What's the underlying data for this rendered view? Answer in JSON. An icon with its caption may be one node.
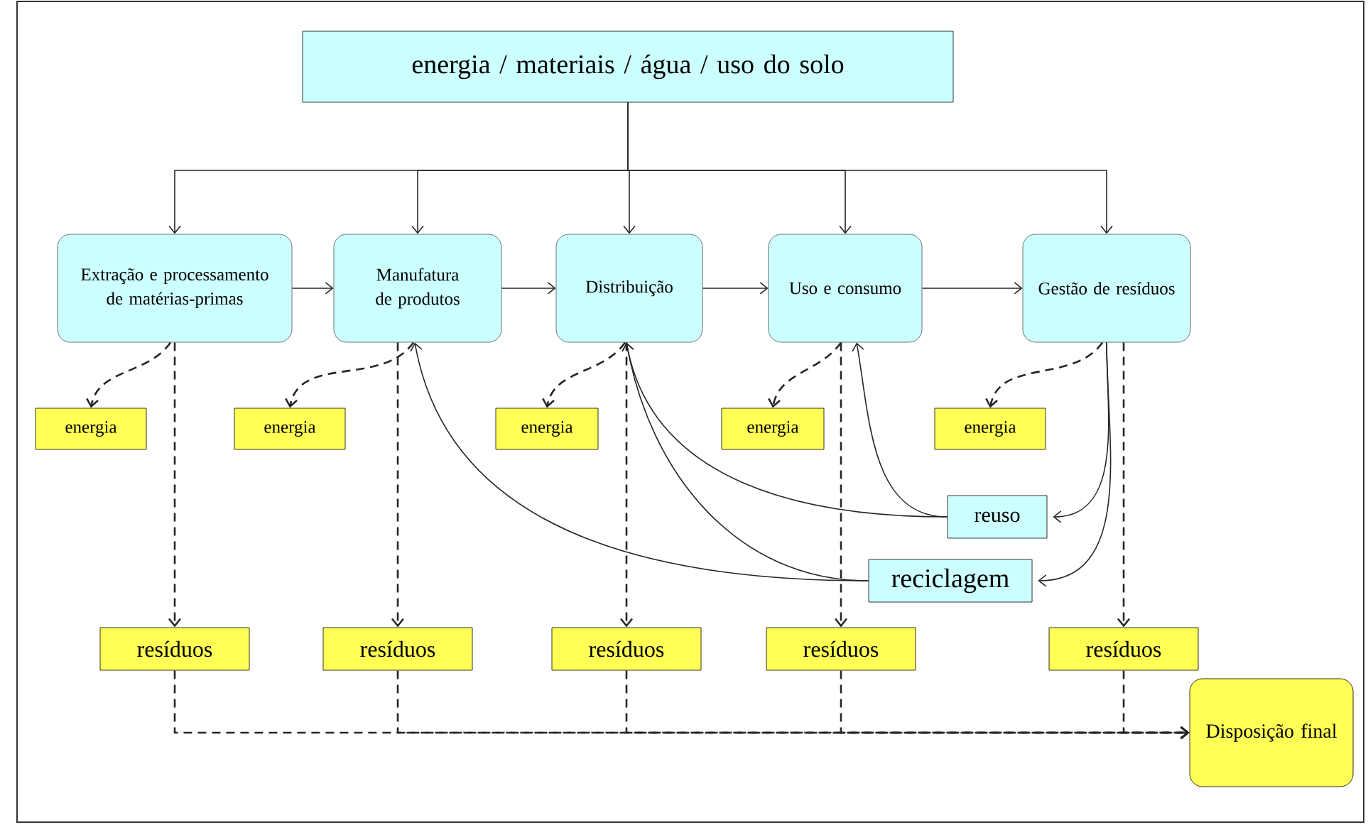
{
  "diagram": {
    "nodes": [
      {
        "text": [
          "energia / materiais / água / uso do solo"
        ]
      },
      {
        "text": [
          "Extração e processamento de matérias-primas"
        ]
      },
      {
        "text": [
          "Manufatura de produtos"
        ]
      },
      {
        "text": [
          "Distribuição"
        ]
      },
      {
        "text": [
          "Uso e consumo"
        ]
      },
      {
        "text": [
          "Gestão de resíduos"
        ]
      },
      {
        "text": [
          "energia"
        ]
      },
      {
        "text": [
          "energia"
        ]
      },
      {
        "text": [
          "energia"
        ]
      },
      {
        "text": [
          "energia"
        ]
      },
      {
        "text": [
          "energia"
        ]
      },
      {
        "text": [
          "reuso"
        ]
      },
      {
        "text": [
          "reciclagem"
        ]
      },
      {
        "text": [
          "resíduos"
        ]
      },
      {
        "text": [
          "resíduos"
        ]
      },
      {
        "text": [
          "resíduos"
        ]
      },
      {
        "text": [
          "resíduos"
        ]
      },
      {
        "text": [
          "resíduos"
        ]
      },
      {
        "text": [
          "Disposição final"
        ]
      }
    ],
    "edges": [
      {
        "from": 0,
        "to": 1,
        "arrow": "to"
      },
      {
        "from": 0,
        "to": 2,
        "arrow": "to"
      },
      {
        "from": 0,
        "to": 3,
        "arrow": "to"
      },
      {
        "from": 0,
        "to": 4,
        "arrow": "to"
      },
      {
        "from": 0,
        "to": 5,
        "arrow": "to"
      },
      {
        "from": 1,
        "to": 2,
        "arrow": "to"
      },
      {
        "from": 2,
        "to": 3,
        "arrow": "to"
      },
      {
        "from": 3,
        "to": 4,
        "arrow": "to"
      },
      {
        "from": 4,
        "to": 5,
        "arrow": "to"
      },
      {
        "from": 1,
        "to": 6,
        "arrow": "to",
        "style": "dashed"
      },
      {
        "from": 2,
        "to": 7,
        "arrow": "to",
        "style": "dashed"
      },
      {
        "from": 3,
        "to": 8,
        "arrow": "to",
        "style": "dashed"
      },
      {
        "from": 4,
        "to": 9,
        "arrow": "to",
        "style": "dashed"
      },
      {
        "from": 5,
        "to": 10,
        "arrow": "to",
        "style": "dashed"
      },
      {
        "from": 1,
        "to": 13,
        "arrow": "to",
        "style": "dashed"
      },
      {
        "from": 2,
        "to": 14,
        "arrow": "to",
        "style": "dashed"
      },
      {
        "from": 3,
        "to": 15,
        "arrow": "to",
        "style": "dashed"
      },
      {
        "from": 4,
        "to": 16,
        "arrow": "to",
        "style": "dashed"
      },
      {
        "from": 5,
        "to": 17,
        "arrow": "to",
        "style": "dashed"
      },
      {
        "from": 5,
        "to": 11,
        "arrow": "to"
      },
      {
        "from": 5,
        "to": 12,
        "arrow": "to"
      },
      {
        "from": 11,
        "to": 4,
        "arrow": "to"
      },
      {
        "from": 11,
        "to": 3,
        "arrow": "to"
      },
      {
        "from": 12,
        "to": 3,
        "arrow": "to"
      },
      {
        "from": 12,
        "to": 2,
        "arrow": "to"
      },
      {
        "from": 13,
        "to": 18,
        "arrow": "to",
        "style": "dashed"
      },
      {
        "from": 14,
        "to": 18,
        "arrow": "to",
        "style": "dashed"
      },
      {
        "from": 15,
        "to": 18,
        "arrow": "to",
        "style": "dashed"
      },
      {
        "from": 16,
        "to": 18,
        "arrow": "to",
        "style": "dashed"
      },
      {
        "from": 17,
        "to": 18,
        "arrow": "to",
        "style": "dashed"
      }
    ]
  }
}
